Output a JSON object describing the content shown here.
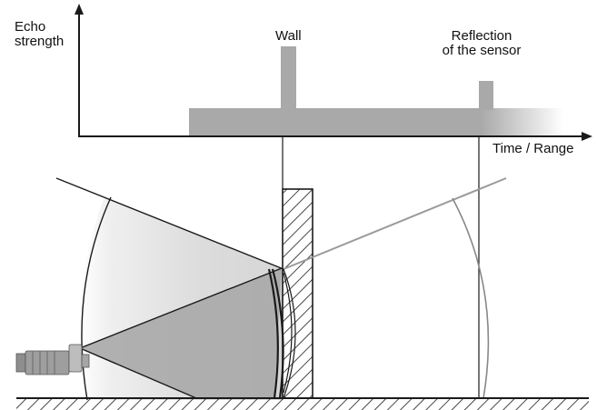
{
  "labels": {
    "y_axis_line1": "Echo",
    "y_axis_line2": "strength",
    "x_axis": "Time / Range",
    "wall": "Wall",
    "reflection_line1": "Reflection",
    "reflection_line2": "of the sensor"
  },
  "icons": {
    "sensor": "ultrasonic-sensor-icon",
    "wall": "hatched-wall",
    "ground": "hatched-ground"
  },
  "colors": {
    "echo_signal": "#a9a9a9",
    "beam_outer": "#e4e4e4",
    "beam_inner": "#a8a8a8",
    "lines": "#1a1a1a",
    "reflected_beam": "#9a9a9a"
  }
}
